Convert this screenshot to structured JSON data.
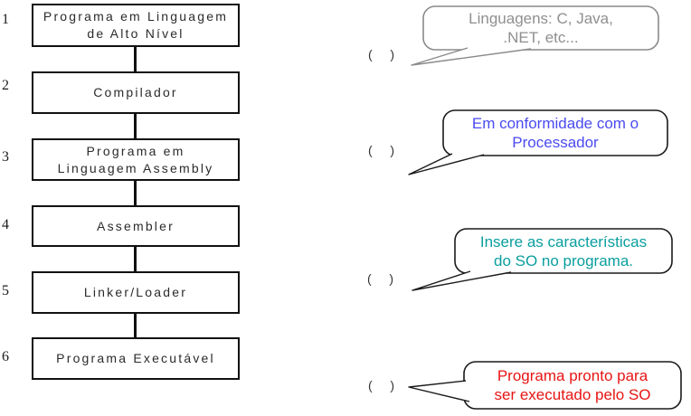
{
  "diagram": {
    "steps": [
      {
        "num": "1",
        "lines": [
          "Programa em Linguagem",
          "de Alto Nível"
        ]
      },
      {
        "num": "2",
        "lines": [
          "Compilador"
        ]
      },
      {
        "num": "3",
        "lines": [
          "Programa em",
          "Linguagem Assembly"
        ]
      },
      {
        "num": "4",
        "lines": [
          "Assembler"
        ]
      },
      {
        "num": "5",
        "lines": [
          "Linker/Loader"
        ]
      },
      {
        "num": "6",
        "lines": [
          "Programa Executável"
        ]
      }
    ],
    "box_border_color": "#111111"
  },
  "callouts": [
    {
      "answer_slot": "(   )",
      "lines": [
        "Linguagens: C, Java,",
        ".NET, etc..."
      ],
      "text_color": "#8f8f8f",
      "border_color": "#8a8a8a"
    },
    {
      "answer_slot": "(   )",
      "lines": [
        "Em conformidade com o",
        "Processador"
      ],
      "text_color": "#4a4af2",
      "border_color": "#1a1a1a"
    },
    {
      "answer_slot": "(   )",
      "lines": [
        "Insere as características",
        "do SO no programa."
      ],
      "text_color": "#0a9e9e",
      "border_color": "#1a1a1a"
    },
    {
      "answer_slot": "(   )",
      "lines": [
        "Programa pronto para",
        "ser executado pelo SO"
      ],
      "text_color": "#e81414",
      "border_color": "#1a1a1a"
    }
  ]
}
